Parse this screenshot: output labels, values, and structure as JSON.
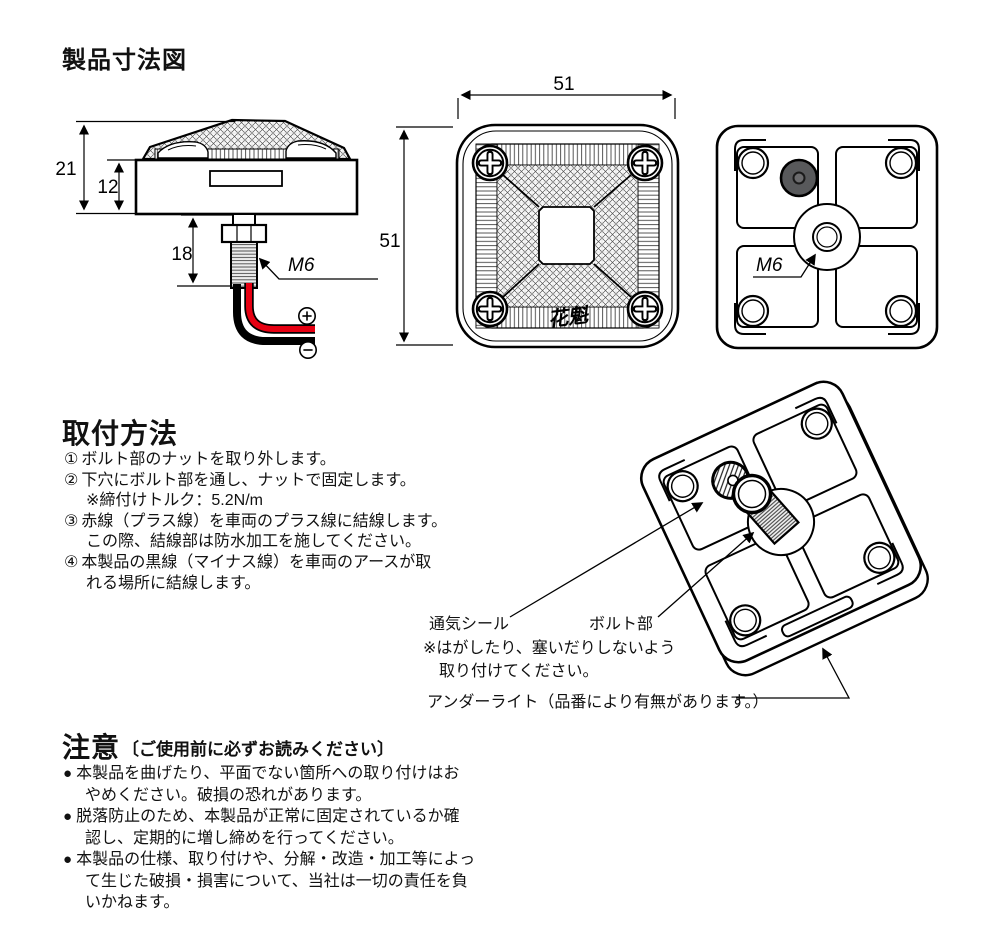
{
  "title": "製品寸法図",
  "dims": {
    "side_overall": "21",
    "side_base": "12",
    "side_bolt": "18",
    "side_thread": "M6",
    "front_width": "51",
    "front_height": "51",
    "back_thread": "M6",
    "lens_logo": "花魁"
  },
  "icons": {
    "polarity_positive": "plus-circle",
    "polarity_negative": "minus-circle",
    "wire_plus_color": "#e60012",
    "wire_minus_color": "#000000",
    "vent_seal_color": "#58595b"
  },
  "install": {
    "heading": "取付方法",
    "steps": [
      {
        "num": "①",
        "text": "ボルト部のナットを取り外します。"
      },
      {
        "num": "②",
        "text": "下穴にボルト部を通し、ナットで固定します。",
        "note": "※締付けトルク：5.2N/m"
      },
      {
        "num": "③",
        "text": "赤線（プラス線）を車両のプラス線に結線します。",
        "cont": "この際、結線部は防水加工を施してください。"
      },
      {
        "num": "④",
        "text": "本製品の黒線（マイナス線）を車両のアースが取",
        "cont": "れる場所に結線します。"
      }
    ]
  },
  "diagram_labels": {
    "vent": "通気シール",
    "bolt": "ボルト部",
    "vent_note1": "※はがしたり、塞いだりしないよう",
    "vent_note2": "取り付けてください。",
    "underlight": "アンダーライト（品番により有無があります。）"
  },
  "caution": {
    "heading": "注意",
    "note": "〔ご使用前に必ずお読みください〕",
    "bullet": "●",
    "items": [
      {
        "l1": "本製品を曲げたり、平面でない箇所への取り付けはお",
        "l2": "やめください。破損の恐れがあります。"
      },
      {
        "l1": "脱落防止のため、本製品が正常に固定されているか確",
        "l2": "認し、定期的に増し締めを行ってください。"
      },
      {
        "l1": "本製品の仕様、取り付けや、分解・改造・加工等によっ",
        "l2": "て生じた破損・損害について、当社は一切の責任を負",
        "l3": "いかねます。"
      }
    ]
  }
}
